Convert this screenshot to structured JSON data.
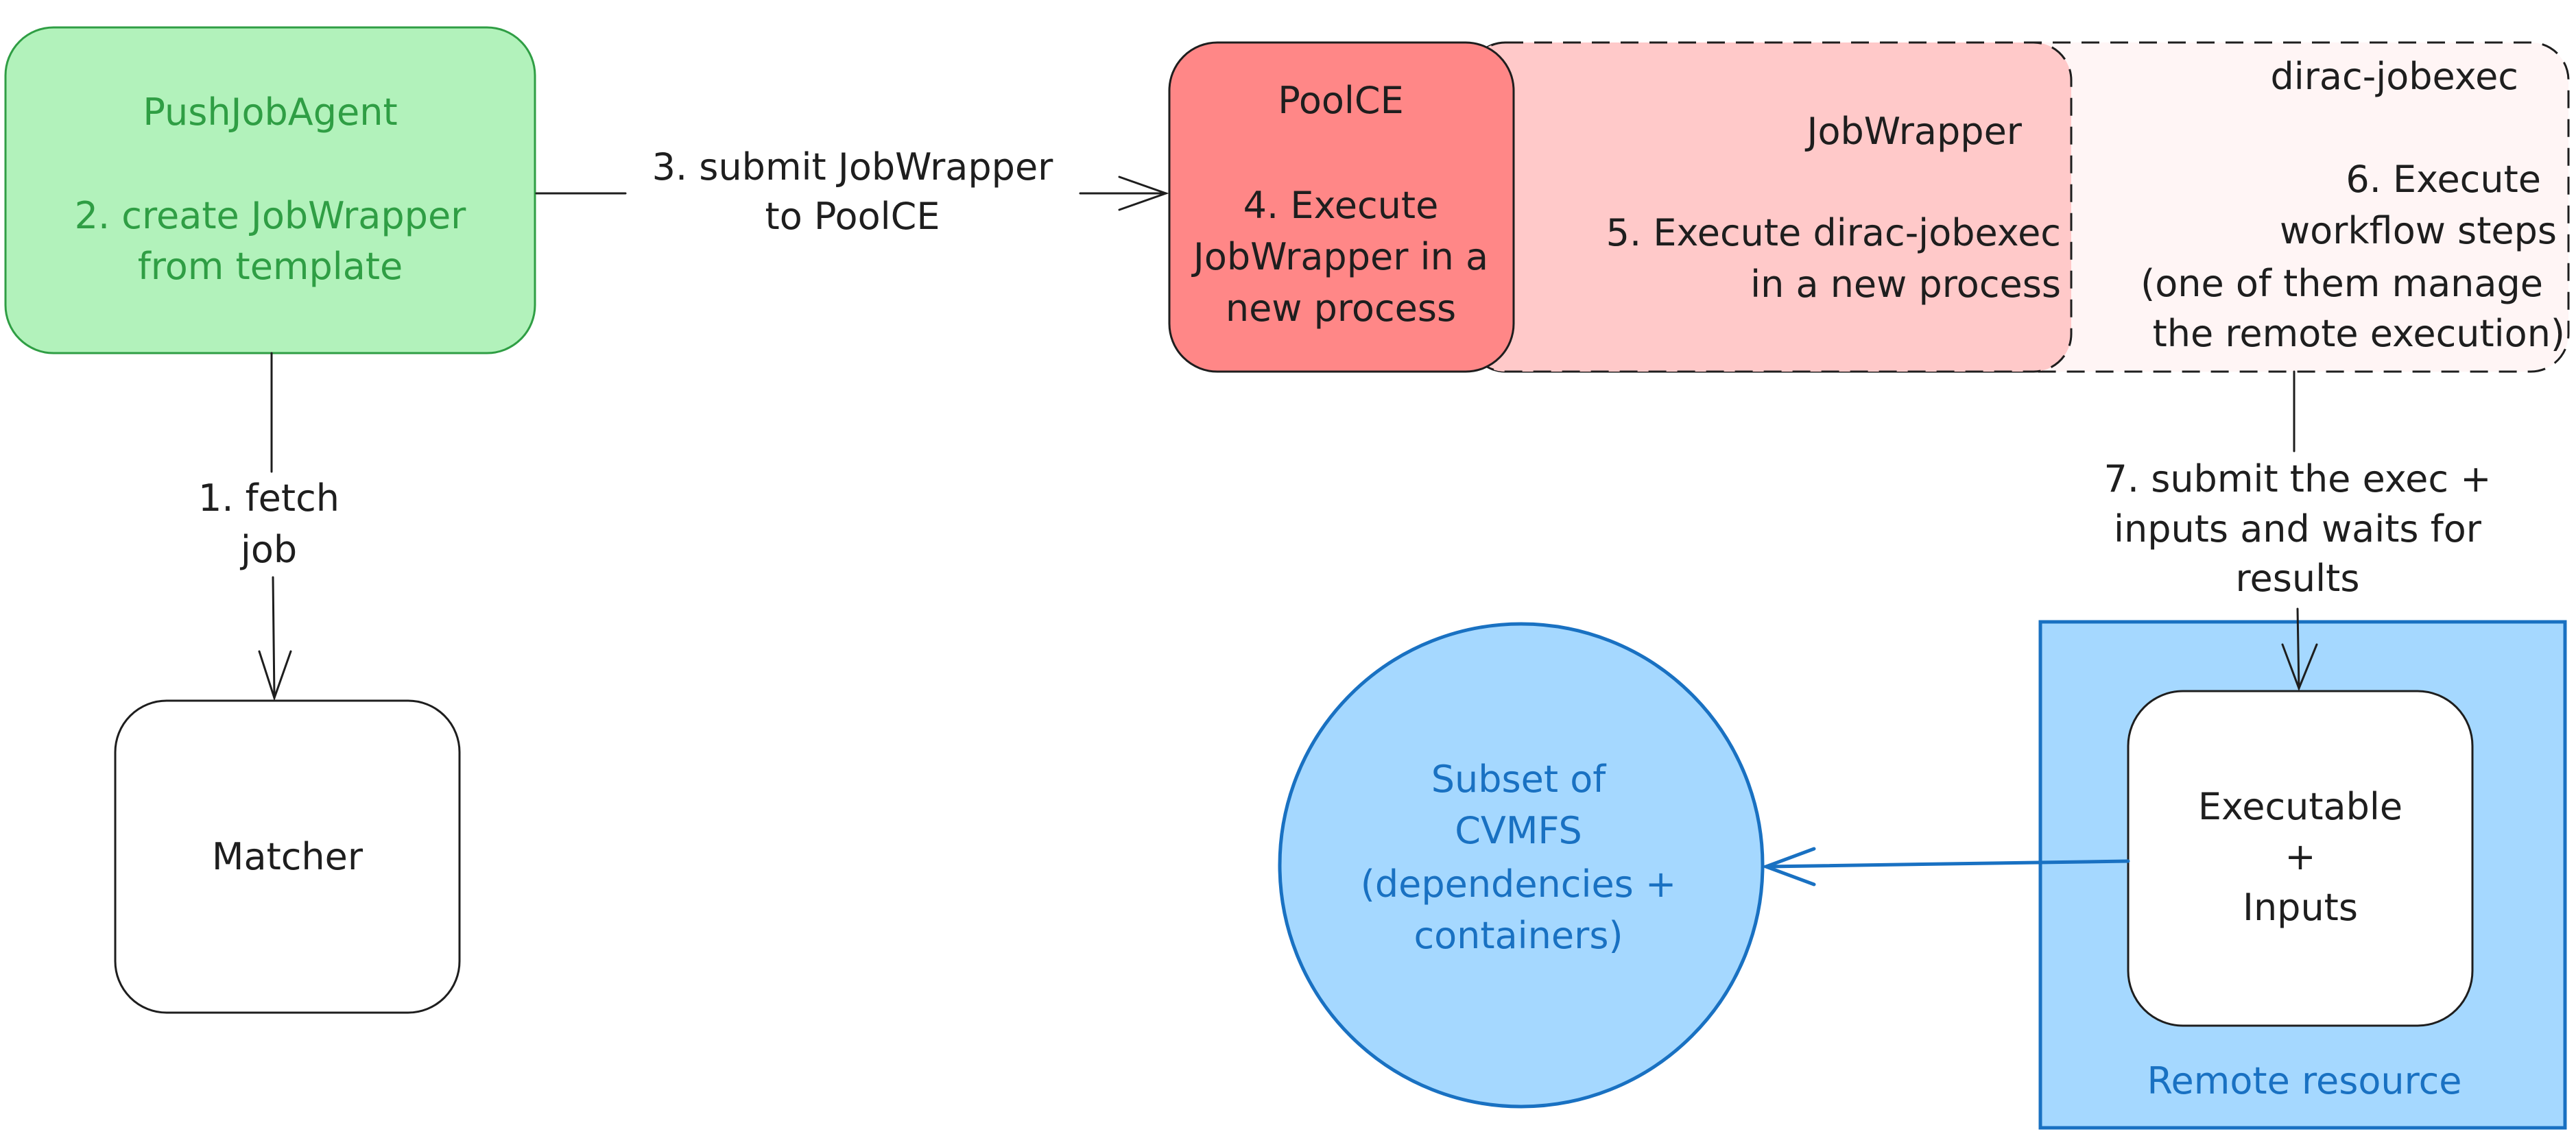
{
  "nodes": {
    "push_job_agent": {
      "title": "PushJobAgent",
      "line1": "2. create JobWrapper",
      "line2": "from template"
    },
    "matcher": {
      "title": "Matcher"
    },
    "pool_ce": {
      "title": "PoolCE",
      "line1": "4. Execute",
      "line2": "JobWrapper in a",
      "line3": "new process"
    },
    "job_wrapper": {
      "title": "JobWrapper",
      "line1": "5. Execute dirac-jobexec",
      "line2": "in a new process"
    },
    "dirac_jobexec": {
      "title": "dirac-jobexec",
      "line1": "6. Execute",
      "line2": "workflow steps",
      "line3": "(one of them manage",
      "line4": "the remote execution)"
    },
    "remote_resource": {
      "title": "Remote resource"
    },
    "executable": {
      "line1": "Executable",
      "line2": "+",
      "line3": "Inputs"
    },
    "cvmfs": {
      "line1": "Subset of",
      "line2": "CVMFS",
      "line3": "(dependencies +",
      "line4": "containers)"
    }
  },
  "edges": {
    "fetch_job": {
      "line1": "1. fetch",
      "line2": "job"
    },
    "submit_jobwrapper": {
      "line1": "3. submit JobWrapper",
      "line2": "to PoolCE"
    },
    "submit_exec": {
      "line1": "7. submit the exec +",
      "line2": "inputs and waits for",
      "line3": "results"
    }
  },
  "colors": {
    "agent_fill": "#b2f2bb",
    "agent_stroke": "#2f9e44",
    "poolce_fill": "#ff8787",
    "jobwrapper_fill": "#ffc9c9",
    "jobexec_fill": "#fff5f5",
    "remote_fill": "#a5d8ff",
    "remote_stroke": "#1971c2",
    "text_dark": "#1e1e1e"
  }
}
